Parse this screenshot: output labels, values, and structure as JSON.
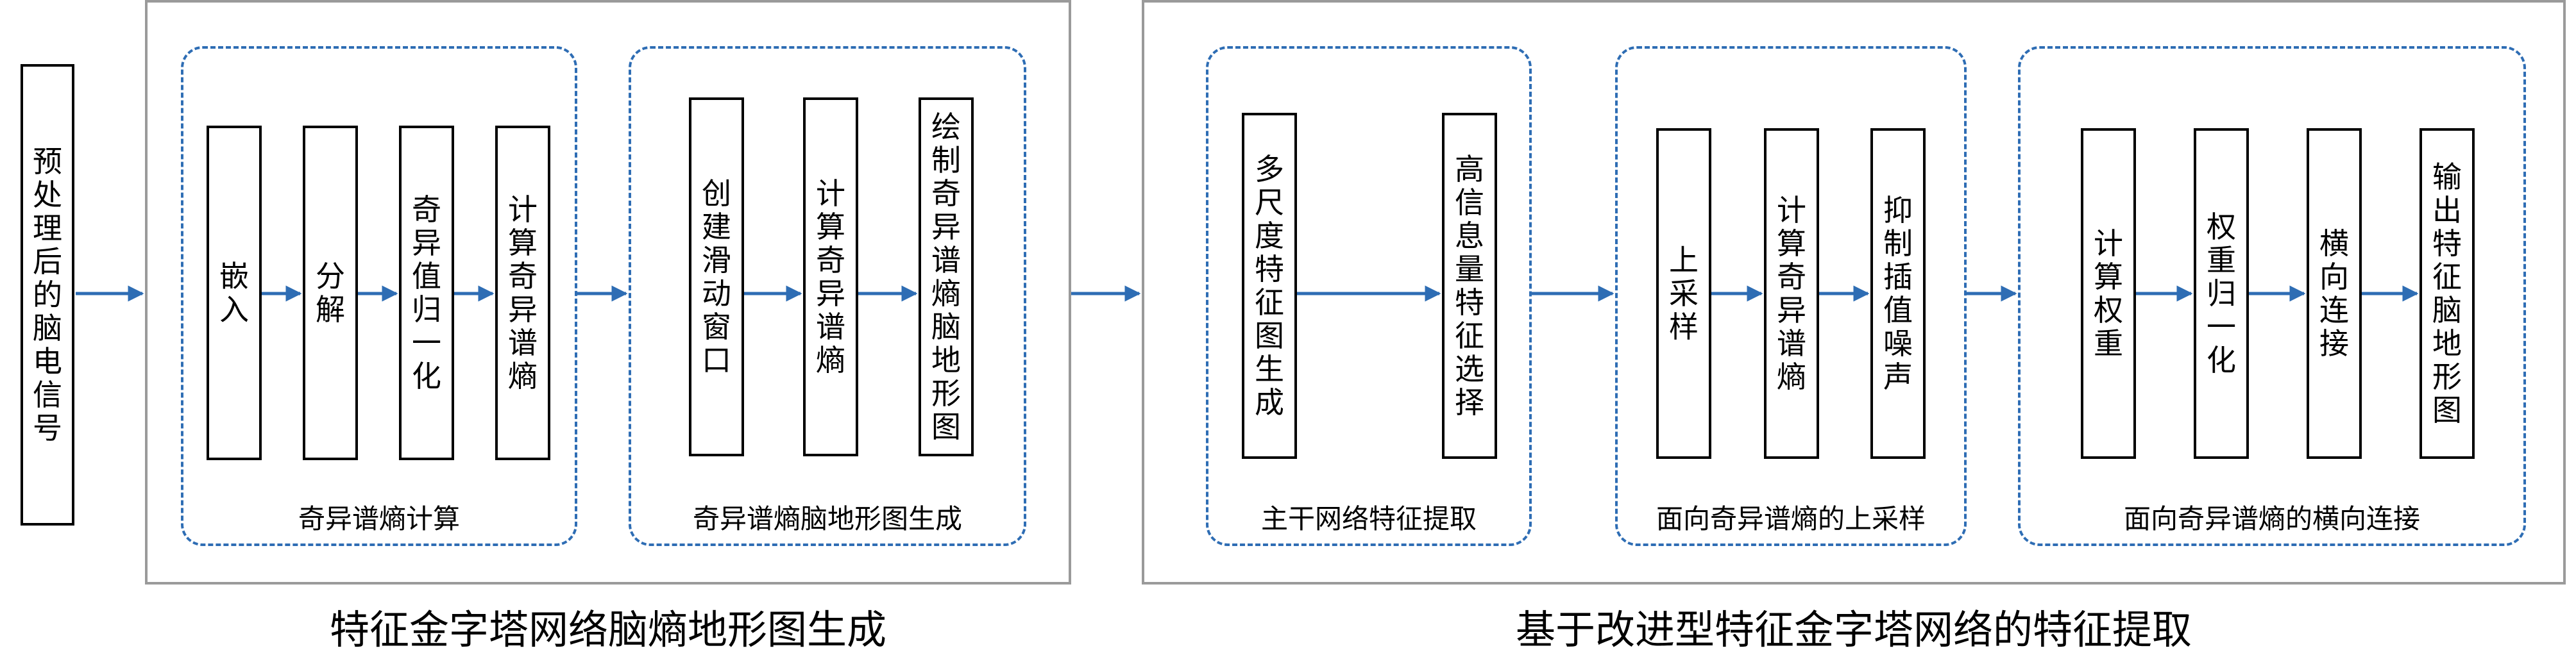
{
  "input_signal": "预处理后的脑电信号",
  "section1": {
    "caption": "特征金字塔网络脑熵地形图生成",
    "group_a": {
      "label": "奇异谱熵计算",
      "steps": [
        "嵌入",
        "分解",
        "奇异值归一化",
        "计算奇异谱熵"
      ]
    },
    "group_b": {
      "label": "奇异谱熵脑地形图生成",
      "steps": [
        "创建滑动窗口",
        "计算奇异谱熵",
        "绘制奇异谱熵脑地形图"
      ]
    }
  },
  "section2": {
    "caption": "基于改进型特征金字塔网络的特征提取",
    "group_a": {
      "label": "主干网络特征提取",
      "steps": [
        "多尺度特征图生成",
        "高信息量特征选择"
      ]
    },
    "group_b": {
      "label": "面向奇异谱熵的上采样",
      "steps": [
        "上采样",
        "计算奇异谱熵",
        "抑制插值噪声"
      ]
    },
    "group_c": {
      "label": "面向奇异谱熵的横向连接",
      "steps": [
        "计算权重",
        "权重归一化",
        "横向连接",
        "输出特征脑地形图"
      ]
    }
  },
  "colors": {
    "arrow": "#2e6db4",
    "group_border": "#2e6db4",
    "panel_border": "#9a9a9a"
  }
}
